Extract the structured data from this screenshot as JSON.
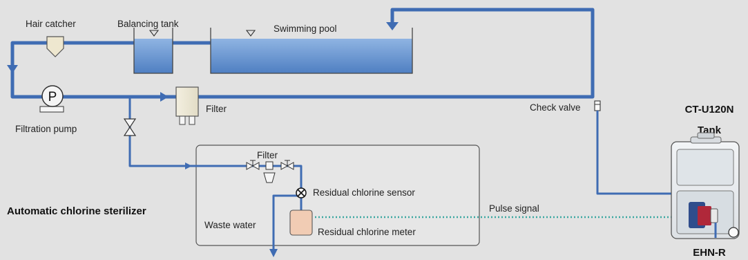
{
  "labels": {
    "hair_catcher": "Hair catcher",
    "balancing_tank": "Balancing tank",
    "swimming_pool": "Swimming pool",
    "filtration_pump": "Filtration pump",
    "pump_symbol": "P",
    "filter_main": "Filter",
    "check_valve": "Check valve",
    "tank_model": "CT-U120N",
    "tank": "Tank",
    "filter_sub": "Filter",
    "residual_chlorine_sensor": "Residual chlorine sensor",
    "pulse_signal": "Pulse signal",
    "automatic_chlorine_sterilizer": "Automatic chlorine sterilizer",
    "waste_water": "Waste water",
    "residual_chlorine_meter": "Residual chlorine meter",
    "pump_model": "EHN-R"
  },
  "colors": {
    "background": "#e2e2e2",
    "pipe": "#3f6cb3",
    "water": "#6f9bd3",
    "meter": "#f1ccb4",
    "signal": "#3aa7a0",
    "pump_body": "#2f4d8c",
    "pump_head": "#b0283a"
  }
}
